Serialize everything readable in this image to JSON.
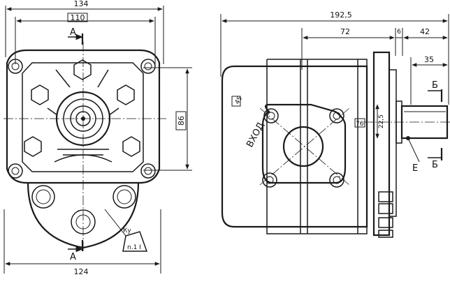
{
  "dimensions": {
    "overall_width": "134",
    "inner_width": "110",
    "base_width": "124",
    "height": "86",
    "total_length": "192,5",
    "body_length": "72",
    "flange_gap": "6",
    "shaft_length": "42",
    "shaft_key": "35",
    "shaft_offset": "22,5"
  },
  "section_labels": {
    "section_a_top": "A",
    "section_a_bottom": "A",
    "section_b_top": "Б",
    "section_b_bottom": "Б",
    "detail_e": "Е"
  },
  "port_labels": {
    "inlet": "ВХОД",
    "marker_left": "45",
    "marker_right": "76"
  },
  "surface_mark": {
    "label": "Ку",
    "note": "n.1 I"
  }
}
